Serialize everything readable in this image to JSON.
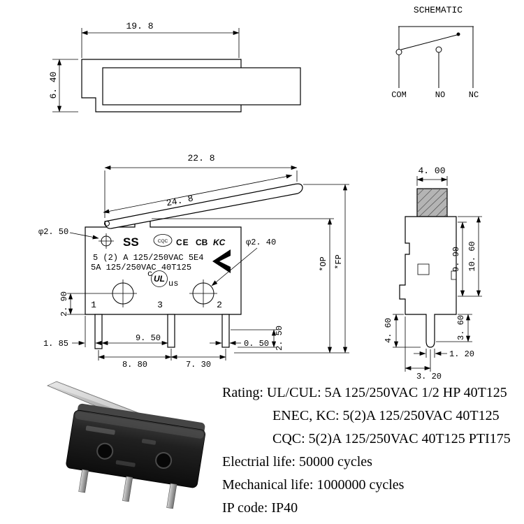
{
  "lever_view": {
    "dim_width": "19. 8",
    "dim_height": "6. 40"
  },
  "schematic": {
    "title": "SCHEMATIC",
    "com": "COM",
    "no": "NO",
    "nc": "NC"
  },
  "front_view": {
    "dim_top": "22. 8",
    "dim_lever": "24. 8",
    "dia_hinge": "φ2. 50",
    "dia_hole": "φ2. 40",
    "model": "SS",
    "cqc": "CQC",
    "ce": "CE",
    "cb": "CB",
    "kc": "KC",
    "rating_line1": "5 (2) A 125/250VAC 5E4",
    "rating_line2": "5A 125/250VAC 40T125",
    "ul_c": "c",
    "ul": "UL",
    "ul_us": "us",
    "terminal_1": "1",
    "terminal_3": "3",
    "terminal_2": "2",
    "dim_290": "2. 90",
    "dim_185": "1. 85",
    "dim_950": "9. 50",
    "dim_050": "0. 50",
    "dim_250": "2. 50",
    "dim_880": "8. 80",
    "dim_730": "7. 30",
    "op": "*OP",
    "fp": "*FP"
  },
  "side_view": {
    "dim_400": "4. 00",
    "dim_990": "9. 90",
    "dim_1060": "10. 60",
    "dim_460": "4. 60",
    "dim_360": "3. 60",
    "dim_120": "1. 20",
    "dim_320": "3. 20"
  },
  "specs": {
    "line1": "Rating: UL/CUL: 5A 125/250VAC 1/2 HP 40T125",
    "line2": "ENEC, KC: 5(2)A 125/250VAC 40T125",
    "line3": "CQC: 5(2)A 125/250VAC 40T125 PTI175",
    "line4": "Electrial life: 50000 cycles",
    "line5": "Mechanical life: 1000000 cycles",
    "line6": "IP code: IP40"
  }
}
